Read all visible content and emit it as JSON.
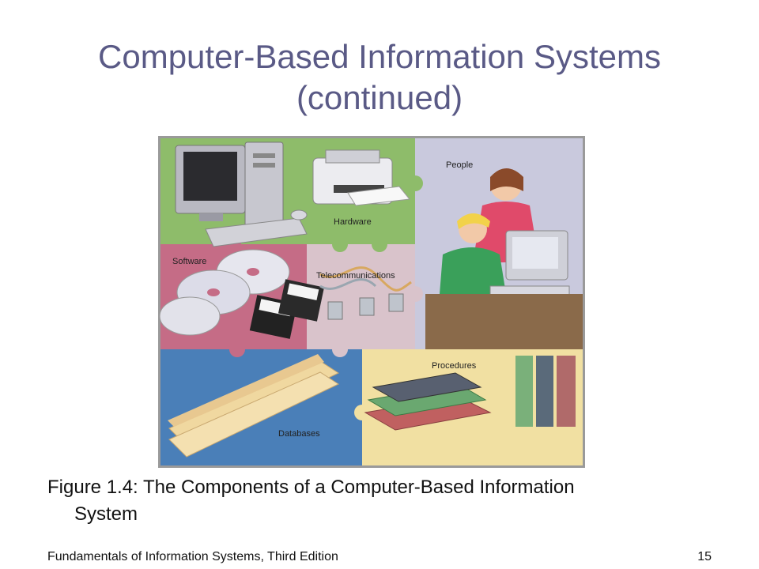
{
  "slide": {
    "title_line1": "Computer-Based Information Systems",
    "title_line2": "(continued)",
    "caption_line1": "Figure 1.4: The Components of a Computer-Based Information",
    "caption_line2": "System",
    "footer_text": "Fundamentals of Information Systems, Third Edition",
    "page_number": "15"
  },
  "figure": {
    "labels": {
      "hardware": "Hardware",
      "software": "Software",
      "telecommunications": "Telecommunications",
      "people": "People",
      "procedures": "Procedures",
      "databases": "Databases"
    },
    "colors": {
      "hardware": "#8ebc6a",
      "software": "#c56c86",
      "telecommunications": "#d9c3cb",
      "people": "#c9c9dd",
      "procedures": "#f1e0a2",
      "databases": "#4a7fb8"
    }
  }
}
